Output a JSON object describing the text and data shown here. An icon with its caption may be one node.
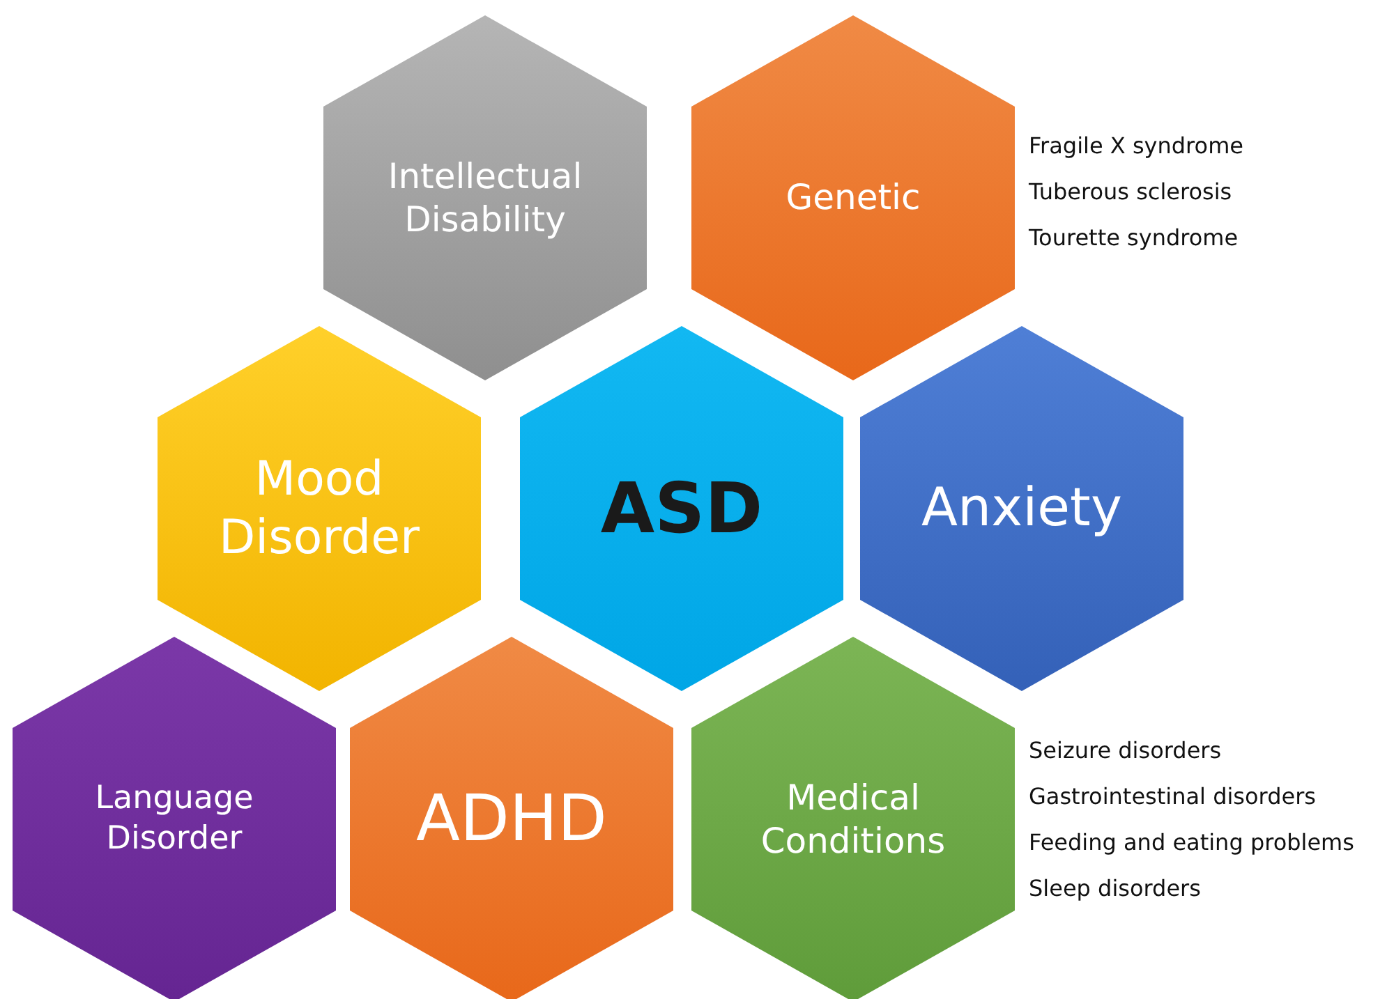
{
  "diagram": {
    "nodes": [
      {
        "text": [
          "Intellectual Disability"
        ]
      },
      {
        "text": [
          "Genetic"
        ],
        "beside": [
          "Fragile X syndrome",
          "Tuberous sclerosis",
          "Tourette syndrome"
        ]
      },
      {
        "text": [
          "Mood Disorder"
        ]
      },
      {
        "text": [
          "ASD"
        ]
      },
      {
        "text": [
          "Anxiety"
        ]
      },
      {
        "text": [
          "Language Disorder"
        ]
      },
      {
        "text": [
          "ADHD"
        ]
      },
      {
        "text": [
          "Medical Conditions"
        ],
        "beside": [
          "Seizure disorders",
          "Gastrointestinal disorders",
          "Feeding and eating problems",
          "Sleep disorders"
        ]
      }
    ]
  }
}
